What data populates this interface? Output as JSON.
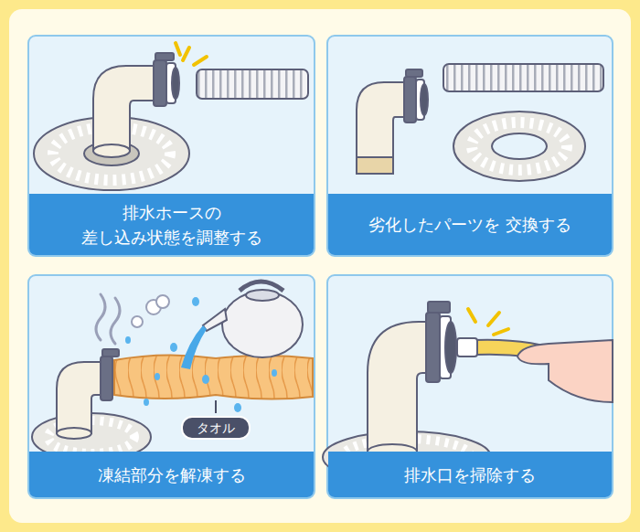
{
  "diagram": {
    "nodes": [
      {
        "text": [
          "排水ホースの 差し込み状態を調整する"
        ]
      },
      {
        "text": [
          "劣化したパーツを 交換する"
        ]
      },
      {
        "text": [
          "タオル"
        ]
      },
      {
        "text": [
          "凍結部分を解凍する"
        ]
      },
      {
        "text": [
          "排水口を掃除する"
        ]
      }
    ],
    "edges": []
  }
}
